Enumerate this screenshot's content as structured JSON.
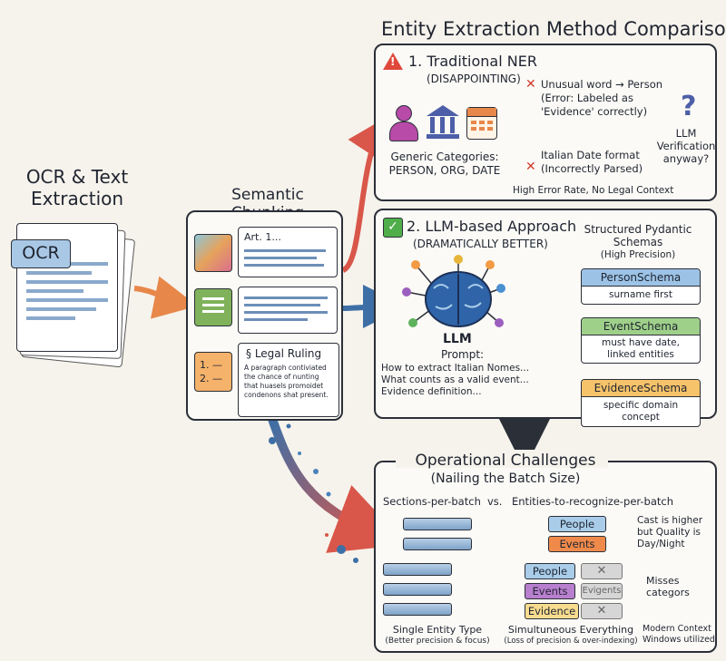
{
  "title": "Entity Extraction Method Comparison",
  "ocr": {
    "title_line1": "OCR & Text",
    "title_line2": "Extraction",
    "badge": "OCR"
  },
  "chunking": {
    "title_line1": "Semantic",
    "title_line2": "Chunking",
    "chunk1": "Art. 1...",
    "chunk3_title": "§ Legal Ruling",
    "chunk3_body": "A paragraph contiviated the chance of nunting that huasels promoidet condenons shat present.",
    "list_marks": [
      "1. —",
      "2. —"
    ]
  },
  "ner": {
    "title": "1. Traditional NER",
    "subtitle": "(DISAPPOINTING)",
    "categories_line1": "Generic Categories:",
    "categories_line2": "PERSON, ORG, DATE",
    "error1_line1": "Unusual word → Person",
    "error1_line2": "(Error: Labeled as",
    "error1_line3": "'Evidence' correctly)",
    "error2_line1": "Italian Date format",
    "error2_line2": "(Incorrectly Parsed)",
    "verify_mark": "?",
    "verify_line1": "LLM",
    "verify_line2": "Verification",
    "verify_line3": "anyway?",
    "footer": "High Error Rate, No Legal Context",
    "x_mark": "✕",
    "warn_mark": "!"
  },
  "llm": {
    "title": "2. LLM-based Approach",
    "subtitle": "(DRAMATICALLY BETTER)",
    "check_mark": "✓",
    "brain_label": "LLM",
    "prompt_label": "Prompt:",
    "prompt_lines": [
      "How to extract Italian Nomes...",
      "What counts as a valid event...",
      "Evidence definition..."
    ],
    "schemas_title_line1": "Structured Pydantic",
    "schemas_title_line2": "Schemas",
    "schemas_title_line3": "(High Precision)",
    "schemas": [
      {
        "name": "PersonSchema",
        "desc": "surname first",
        "color": "#9cc3e6"
      },
      {
        "name": "EventSchema",
        "desc": "must have date, linked entities",
        "color": "#9fd08a"
      },
      {
        "name": "EvidenceSchema",
        "desc": "specific domain concept",
        "color": "#f6c36a"
      }
    ]
  },
  "ops": {
    "title": "Operational Challenges",
    "subtitle": "(Nailing the Batch Size)",
    "left_header": "Sections-per-batch",
    "vs": "vs.",
    "right_header": "Entities-to-recognize-per-batch",
    "top_people": "People",
    "top_events": "Events",
    "note_line1": "Cast is higher",
    "note_line2": "but Quality is",
    "note_line3": "Day/Night",
    "bottom_people": "People",
    "bottom_events": "Events",
    "bottom_evigents": "Evigents",
    "bottom_evidence": "Evidence",
    "misses_line1": "Misses",
    "misses_line2": "categors",
    "left_caption_line1": "Single Entity Type",
    "left_caption_line2": "(Better precision & focus)",
    "right_caption_line1": "Simultuneous Everything",
    "right_caption_line2": "(Loss of precision & over-indexing)",
    "modern_line1": "Modern Context",
    "modern_line2": "Windows utilized",
    "x_mark": "✕"
  },
  "colors": {
    "people": "#a9cde9",
    "events_top": "#f08a4b",
    "events_bottom": "#b87fcf",
    "evidence": "#f7dc8f",
    "arrow_red": "#d9574a",
    "arrow_blue": "#3d6fa6"
  }
}
